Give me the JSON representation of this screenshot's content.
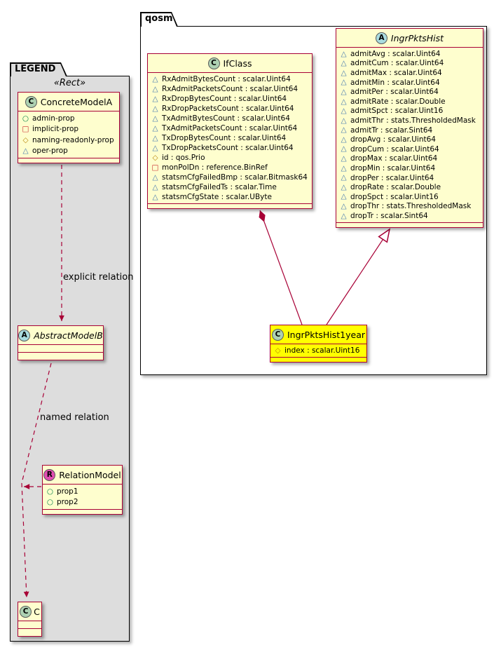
{
  "diagram": {
    "legend": {
      "title": "LEGEND",
      "stereotype": "«Rect»",
      "relation_labels": {
        "explicit": "explicit relation",
        "named": "named relation"
      },
      "concreteModelA": {
        "name": "ConcreteModelA",
        "spot": "C",
        "members": [
          {
            "icon": "circle",
            "text": "admin-prop"
          },
          {
            "icon": "square",
            "text": "implicit-prop"
          },
          {
            "icon": "diamond",
            "text": "naming-readonly-prop"
          },
          {
            "icon": "triangle",
            "text": "oper-prop"
          }
        ]
      },
      "abstractModelB": {
        "name": "AbstractModelB",
        "spot": "A"
      },
      "relationModel": {
        "name": "RelationModel",
        "spot": "R",
        "members": [
          {
            "icon": "circle",
            "text": "prop1"
          },
          {
            "icon": "circle",
            "text": "prop2"
          }
        ]
      },
      "cClass": {
        "name": "C",
        "spot": "C"
      }
    },
    "qosm": {
      "title": "qosm",
      "ifClass": {
        "name": "IfClass",
        "spot": "C",
        "members": [
          {
            "icon": "triangle",
            "text": "RxAdmitBytesCount : scalar.Uint64"
          },
          {
            "icon": "triangle",
            "text": "RxAdmitPacketsCount : scalar.Uint64"
          },
          {
            "icon": "triangle",
            "text": "RxDropBytesCount : scalar.Uint64"
          },
          {
            "icon": "triangle",
            "text": "RxDropPacketsCount : scalar.Uint64"
          },
          {
            "icon": "triangle",
            "text": "TxAdmitBytesCount : scalar.Uint64"
          },
          {
            "icon": "triangle",
            "text": "TxAdmitPacketsCount : scalar.Uint64"
          },
          {
            "icon": "triangle",
            "text": "TxDropBytesCount : scalar.Uint64"
          },
          {
            "icon": "triangle",
            "text": "TxDropPacketsCount : scalar.Uint64"
          },
          {
            "icon": "diamond",
            "text": "id : qos.Prio"
          },
          {
            "icon": "square",
            "text": "monPolDn : reference.BinRef"
          },
          {
            "icon": "triangle",
            "text": "statsmCfgFailedBmp : scalar.Bitmask64"
          },
          {
            "icon": "triangle",
            "text": "statsmCfgFailedTs : scalar.Time"
          },
          {
            "icon": "triangle",
            "text": "statsmCfgState : scalar.UByte"
          }
        ]
      },
      "ingrPktsHist": {
        "name": "IngrPktsHist",
        "spot": "A",
        "members": [
          {
            "icon": "triangle",
            "text": "admitAvg : scalar.Uint64"
          },
          {
            "icon": "triangle",
            "text": "admitCum : scalar.Uint64"
          },
          {
            "icon": "triangle",
            "text": "admitMax : scalar.Uint64"
          },
          {
            "icon": "triangle",
            "text": "admitMin : scalar.Uint64"
          },
          {
            "icon": "triangle",
            "text": "admitPer : scalar.Uint64"
          },
          {
            "icon": "triangle",
            "text": "admitRate : scalar.Double"
          },
          {
            "icon": "triangle",
            "text": "admitSpct : scalar.Uint16"
          },
          {
            "icon": "triangle",
            "text": "admitThr : stats.ThresholdedMask"
          },
          {
            "icon": "triangle",
            "text": "admitTr : scalar.Sint64"
          },
          {
            "icon": "triangle",
            "text": "dropAvg : scalar.Uint64"
          },
          {
            "icon": "triangle",
            "text": "dropCum : scalar.Uint64"
          },
          {
            "icon": "triangle",
            "text": "dropMax : scalar.Uint64"
          },
          {
            "icon": "triangle",
            "text": "dropMin : scalar.Uint64"
          },
          {
            "icon": "triangle",
            "text": "dropPer : scalar.Uint64"
          },
          {
            "icon": "triangle",
            "text": "dropRate : scalar.Double"
          },
          {
            "icon": "triangle",
            "text": "dropSpct : scalar.Uint16"
          },
          {
            "icon": "triangle",
            "text": "dropThr : stats.ThresholdedMask"
          },
          {
            "icon": "triangle",
            "text": "dropTr : scalar.Sint64"
          }
        ]
      },
      "ingrPktsHist1year": {
        "name": "IngrPktsHist1year",
        "spot": "C",
        "members": [
          {
            "icon": "diamond",
            "text": "index : scalar.Uint16"
          }
        ]
      }
    },
    "colors": {
      "class_fill": "#FEFECE",
      "class_border": "#A80036",
      "highlight_fill": "#FFFF00",
      "legend_fill": "#DDDDDD",
      "spot_class": "#ADD1B2",
      "spot_abstract": "#A9DCDF",
      "spot_relation": "#E14FB2",
      "icon_public_circle": "#038048",
      "icon_private_square": "#C82930",
      "icon_protected_diamond": "#B8860B",
      "icon_package_triangle": "#4177AF"
    }
  }
}
